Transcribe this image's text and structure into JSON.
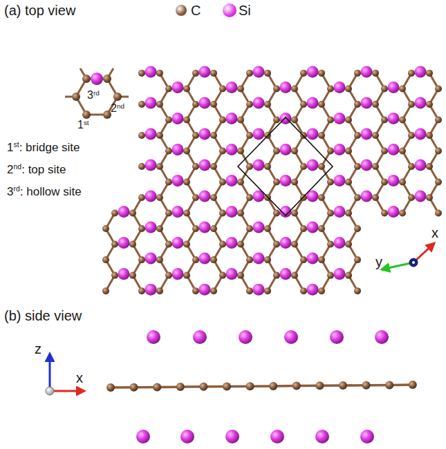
{
  "diagram": {
    "labels": [
      "(a) top view",
      "3rd",
      "2nd",
      "1st",
      "1st: bridge site",
      "2nd: top site",
      "3rd: hollow site",
      "x",
      "y",
      "(b) side view",
      "z",
      "x"
    ],
    "legend": [
      {
        "text": "C",
        "color": "#8b5e3c"
      },
      {
        "text": "Si",
        "color": "#e23de6"
      }
    ]
  }
}
